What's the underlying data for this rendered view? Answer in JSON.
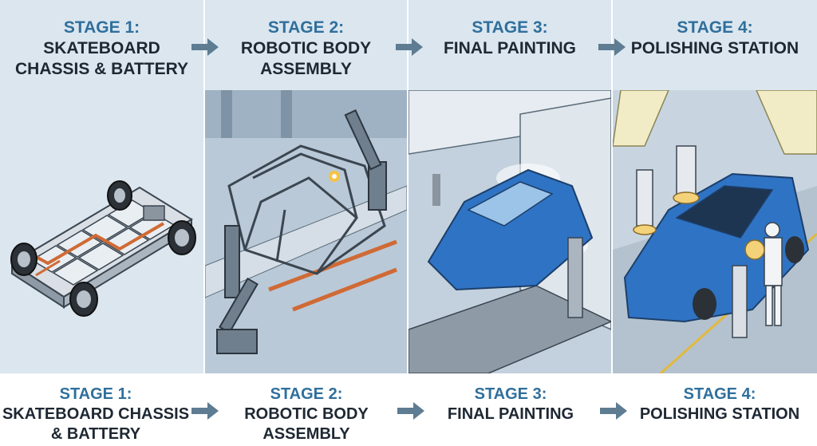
{
  "stages": [
    {
      "stage": "STAGE 1:",
      "title_top": "SKATEBOARD\nCHASSIS & BATTERY",
      "title_bottom": "SKATEBOARD CHASSIS\n& BATTERY"
    },
    {
      "stage": "STAGE 2:",
      "title_top": "ROBOTIC BODY\nASSEMBLY",
      "title_bottom": "ROBOTIC BODY\nASSEMBLY"
    },
    {
      "stage": "STAGE 3:",
      "title_top": "FINAL PAINTING",
      "title_bottom": "FINAL PAINTING"
    },
    {
      "stage": "STAGE 4:",
      "title_top": "POLISHING STATION",
      "title_bottom": "POLISHING STATION"
    }
  ],
  "colors": {
    "stage_label": "#2f6f9c",
    "title_text": "#1e2833",
    "arrow": "#5e7c92",
    "car_blue": "#2f73c4",
    "copper": "#d06a35",
    "header_bg": "#dbe6ef"
  },
  "icons": [
    "right-arrow-icon",
    "ev-chassis-illustration",
    "robot-arm-illustration",
    "paint-booth-illustration",
    "polishing-illustration"
  ]
}
